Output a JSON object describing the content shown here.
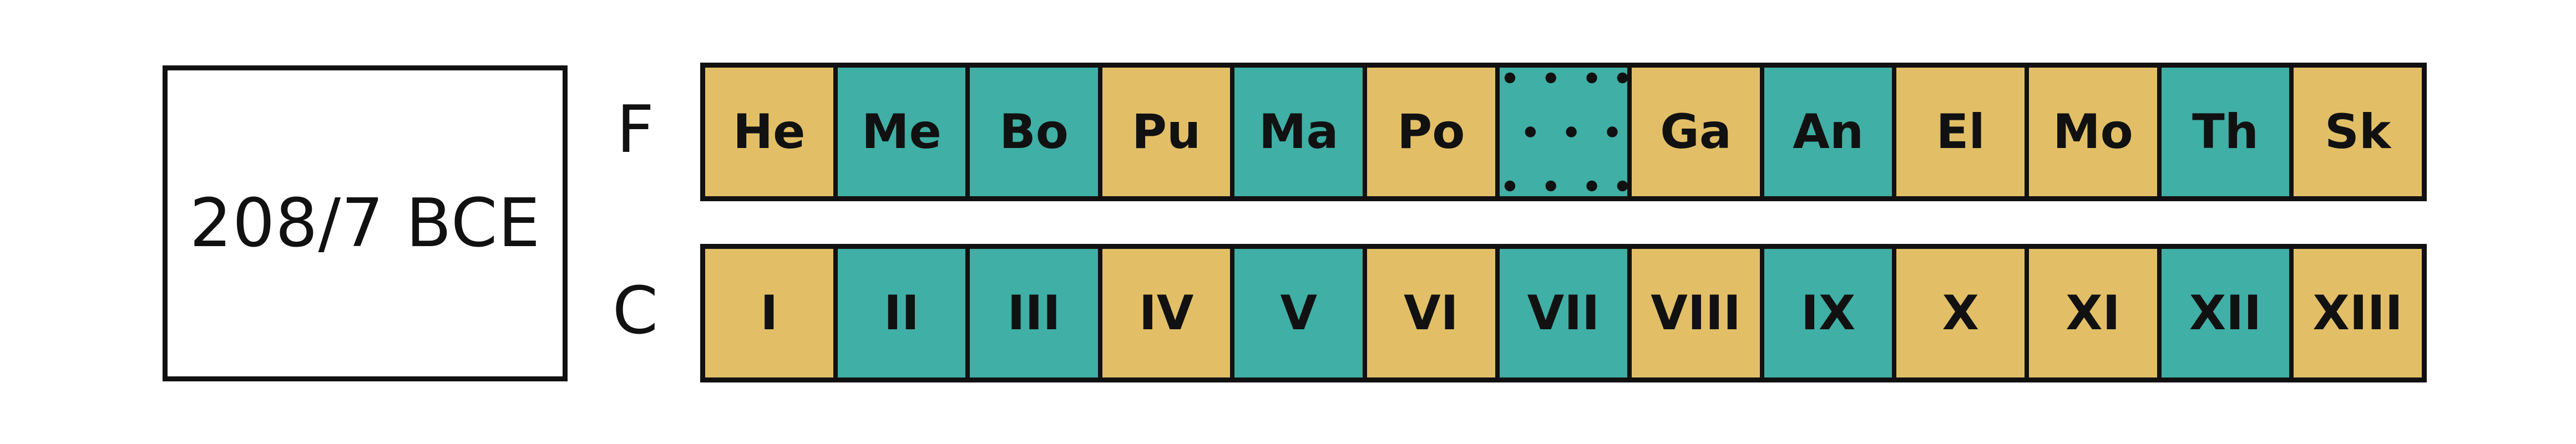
{
  "year": "208/7 BCE",
  "colors": {
    "gold": "#E2BF67",
    "teal": "#40AFA5",
    "border": "#111111"
  },
  "rows": [
    {
      "label": "F",
      "cells": [
        {
          "text": "He",
          "color": "gold"
        },
        {
          "text": "Me",
          "color": "teal"
        },
        {
          "text": "Bo",
          "color": "teal"
        },
        {
          "text": "Pu",
          "color": "gold"
        },
        {
          "text": "Ma",
          "color": "teal"
        },
        {
          "text": "Po",
          "color": "gold"
        },
        {
          "text": "",
          "color": "teal",
          "pattern": "dots"
        },
        {
          "text": "Ga",
          "color": "gold"
        },
        {
          "text": "An",
          "color": "teal"
        },
        {
          "text": "El",
          "color": "gold"
        },
        {
          "text": "Mo",
          "color": "gold"
        },
        {
          "text": "Th",
          "color": "teal"
        },
        {
          "text": "Sk",
          "color": "gold"
        }
      ]
    },
    {
      "label": "C",
      "cells": [
        {
          "text": "I",
          "color": "gold"
        },
        {
          "text": "II",
          "color": "teal"
        },
        {
          "text": "III",
          "color": "teal"
        },
        {
          "text": "IV",
          "color": "gold"
        },
        {
          "text": "V",
          "color": "teal"
        },
        {
          "text": "VI",
          "color": "gold"
        },
        {
          "text": "VII",
          "color": "teal"
        },
        {
          "text": "VIII",
          "color": "gold"
        },
        {
          "text": "IX",
          "color": "teal"
        },
        {
          "text": "X",
          "color": "gold"
        },
        {
          "text": "XI",
          "color": "gold"
        },
        {
          "text": "XII",
          "color": "teal"
        },
        {
          "text": "XIII",
          "color": "gold"
        }
      ]
    }
  ]
}
